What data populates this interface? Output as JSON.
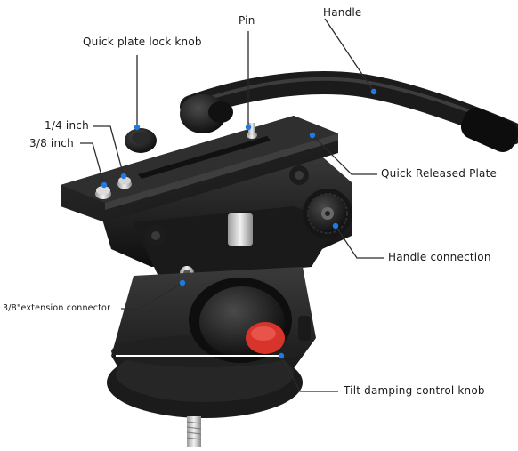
{
  "labels": {
    "pin": "Pin",
    "handle": "Handle",
    "quick_plate_lock_knob": "Quick plate lock knob",
    "quarter_inch": "1/4 inch",
    "three_eighths_inch": "3/8 inch",
    "quick_released_plate": "Quick Released Plate",
    "handle_connection": "Handle connection",
    "extension_connector": "3/8\"extension connector",
    "tilt_damping_knob": "Tilt damping control knob"
  },
  "colors": {
    "marker_dot": "#1e7be6",
    "leader_line": "#2b2b2b",
    "knob_badge": "#d9342b"
  }
}
